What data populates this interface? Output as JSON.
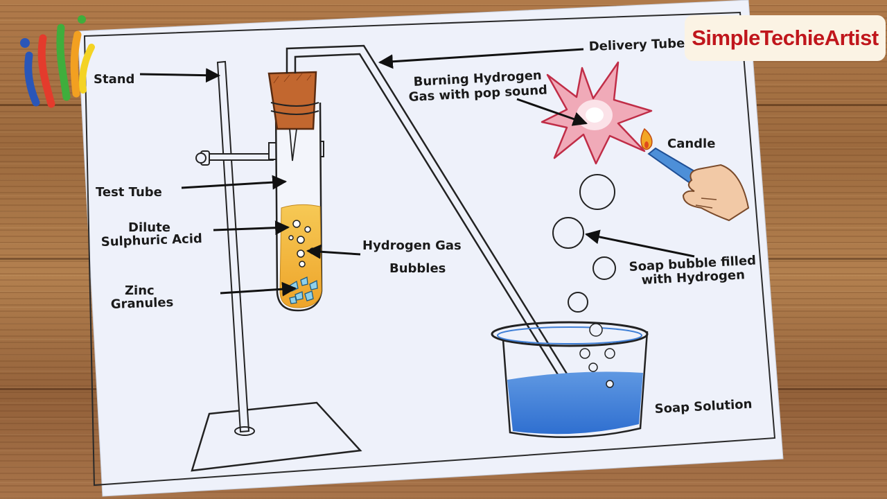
{
  "brand": {
    "name": "SimpleTechieArtist"
  },
  "icons": {
    "logo": "colorful-hands-logo"
  },
  "colors": {
    "brand_red": "#c0161c",
    "cork": "#c2672f",
    "acid": "#f2b63a",
    "soap_solution": "#3f7fd6",
    "flame_burst": "#e05d78",
    "candle": "#4d8fd8"
  },
  "labels": {
    "stand": "Stand",
    "delivery_tube": "Delivery Tube",
    "burning_line1": "Burning Hydrogen",
    "burning_line2": "Gas with pop sound",
    "candle": "Candle",
    "test_tube": "Test Tube",
    "dilute_line1": "Dilute",
    "dilute_line2": "Sulphuric Acid",
    "hydrogen_line1": "Hydrogen Gas",
    "hydrogen_line2": "Bubbles",
    "zinc_line1": "Zinc",
    "zinc_line2": "Granules",
    "soap_bubble_line1": "Soap bubble filled",
    "soap_bubble_line2": "with Hydrogen",
    "soap_solution": "Soap Solution"
  }
}
